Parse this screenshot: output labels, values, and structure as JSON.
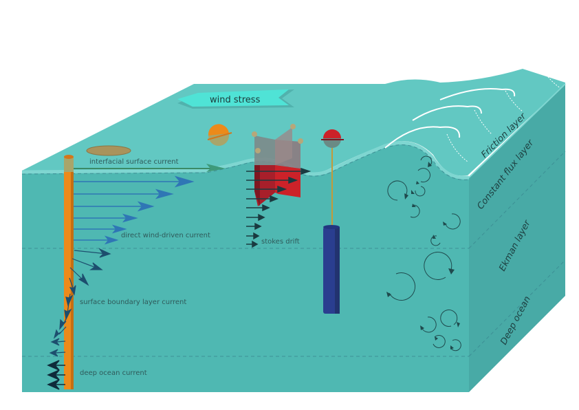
{
  "title_banner": "wind stress",
  "labels": {
    "interfacial": "interfacial surface current",
    "direct": "direct wind-driven current",
    "stokes": "stokes drift",
    "boundary": "surface boundary layer current",
    "deep": "deep ocean current"
  },
  "layers": [
    "Friction layer",
    "Constant flux layer",
    "Ekman layer",
    "Deep ocean"
  ],
  "colors": {
    "top_surface": "#62c8c2",
    "front_face": "#4fb8b2",
    "side_face": "#48aaa6",
    "banner": "#4fe3d6",
    "pole": "#ec8a1a",
    "buoy_red": "#cc2229",
    "cylinder_blue": "#2a3e8f",
    "arrow_blue": "#2f76b5",
    "arrow_dark": "#1d3e55"
  },
  "icons": {
    "eddy": "circular-arrow-icon",
    "float": "sphere-icon",
    "drogue": "drogue-icon",
    "spar": "cylinder-buoy-icon",
    "waves": "breaking-wave-icon"
  }
}
